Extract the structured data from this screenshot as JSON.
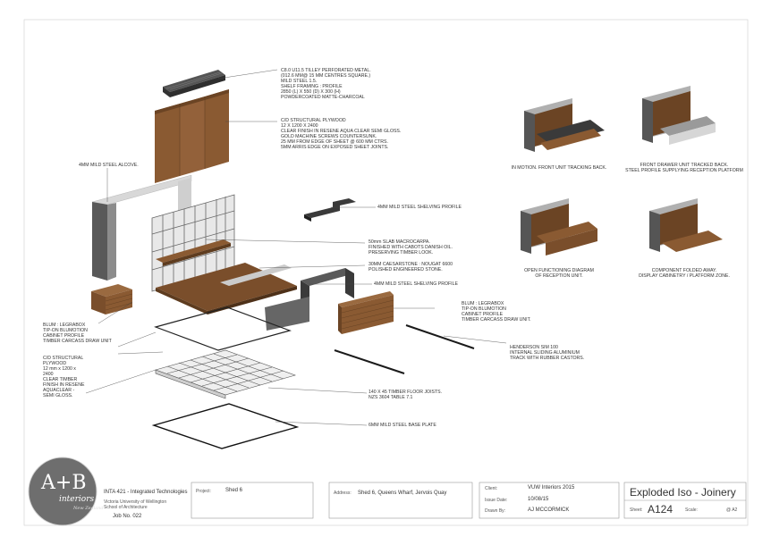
{
  "notes": {
    "perforated_metal": "C8.0 U11.5 TILLEY PERFORATED METAL.\n(012.6 MM@ 15 MM CENTRES SQUARE.)\nMILD STEEL 1.5.\nSHELF FRAMING : PROFILE\n2850 (L) X 550 (D) X 300 (H)\nPOWDERCOATED MATTE-CHARCOAL",
    "structural_plywood": "C/D STRUCTURAL PLYWOOD\n12 X 1200 X 2400\nCLEAR FINISH IN RESENE AQUA CLEAR SEMI GLOSS.\nGOLD MACHINE SCREWS COUNTERSUNK.\n25 MM FROM EDGE OF SHEET @ 600 MM CTRS.\n5MM ARRIS EDGE ON EXPOSED SHEET JOINTS.",
    "steel_alcove": "4MM MILD STEEL ALCOVE.",
    "shelving_profile_top": "4MM MILD STEEL SHELVING PROFILE",
    "slab_macrocarpa": "50mm SLAB MACROCARPA.\nFINISHED WITH CABOTS DANISH OIL.\nPRESERVING TIMBER LOOK.",
    "caesarstone": "30MM CAESARSTONE : NOUGAT 6600\nPOLISHED ENGINEERED STONE.",
    "shelving_profile_mid": "4MM MILD STEEL SHELVING PROFILE",
    "blum_right": "BLUM : LEGRABOX\nTIP-ON BLUMOTION\nCABINET PROFILE\nTIMBER CARCASS DRAW UNIT.",
    "blum_left": "BLUM : LEGRABOX\nTIP-ON BLUMOTION\nCABINET PROFILE\nTIMBER CARCASS DRAW UNIT",
    "plywood_left": "C/D STRUCTURAL\nPLYWOOD\n12 mm x 1200 x\n2400\nCLEAR TIMBER\nFINISH IN RESENE\nAQUACLEAR -\nSEMI GLOSS.",
    "henderson": "HENDERSON SIM 100\nINTERNAL SLIDING ALUMINIUM\nTRACK WITH RUBBER CASTORS.",
    "floor_joists": "140 X 45 TIMBER FLOOR JOISTS.\nNZS 3604 TABLE 7.1",
    "base_plate": "6MM MILD STEEL BASE PLATE"
  },
  "captions": {
    "c1": "IN MOTION. FRONT UNIT TRACKING BACK.",
    "c2": "FRONT DRAWER UNIT TRACKED BACK.\nSTEEL PROFILE SUPPLYING RECEPTION PLATFORM",
    "c3": "OPEN FUNCTIONING DIAGRAM\nOF RECEPTION UNIT.",
    "c4": "COMPONENT FOLDED AWAY.\nDISPLAY CABINETRY / PLATFORM ZONE."
  },
  "logo": {
    "main": "A+B",
    "sub": "interiors",
    "script": "New Zealand"
  },
  "titleblock": {
    "course": "INTA 421  - Integrated Technologies",
    "university": "Victoria University of Wellington",
    "school": "School of Architecture",
    "job": "Job No. 022",
    "project_label": "Project:",
    "project_value": "Shed 6",
    "address_label": "Address:",
    "address_value": "Shed 6, Queens Wharf, Jervois Quay",
    "client_label": "Client:",
    "client_value": "VUW Interiors 2015",
    "issue_label": "Issue Date:",
    "issue_value": "10/08/15",
    "drawn_label": "Drawn By:",
    "drawn_value": "AJ MCCORMICK",
    "title": "Exploded Iso - Joinery",
    "sheet_label": "Sheet:",
    "sheet_value": "A124",
    "scale_label": "Scale:",
    "scale_value": "@ A2"
  },
  "colors": {
    "timber": "#8a5a32",
    "timber_dark": "#6b4424",
    "steel_dark": "#3a3a3a",
    "steel_mid": "#8c8c8c",
    "steel_light": "#d6d6d6",
    "stone": "#c9c9c9"
  }
}
